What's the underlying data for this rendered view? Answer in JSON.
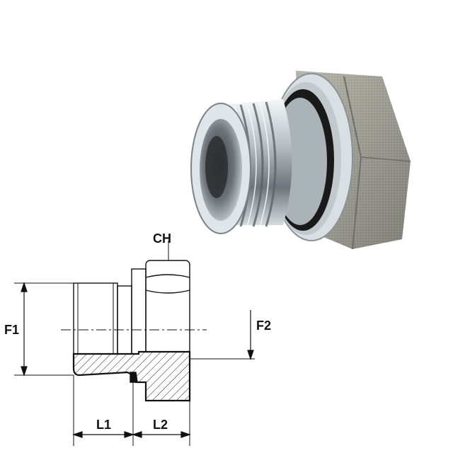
{
  "labels": {
    "ch": "CH",
    "f1": "F1",
    "f2": "F2",
    "l1": "L1",
    "l2": "L2"
  },
  "colors": {
    "line": "#111111",
    "background": "#ffffff",
    "metal_light": "#e6ecef",
    "metal_dark": "#5b6268",
    "hex_texture": "#9a9a90",
    "seal_black": "#111111"
  },
  "icons": {
    "product_photo": "hydraulic-plug-fitting-photo",
    "section_drawing": "plug-cross-section-drawing"
  }
}
